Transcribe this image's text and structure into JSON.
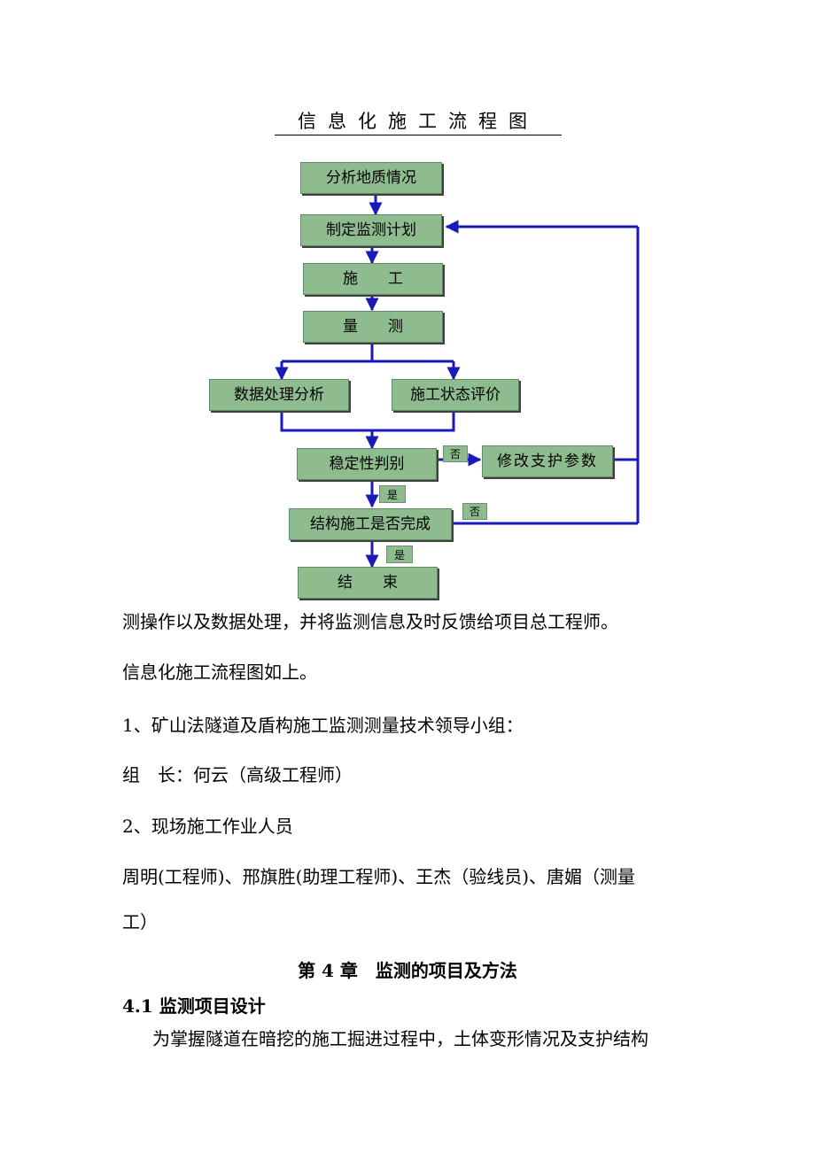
{
  "flowchart": {
    "title": "信息化施工流程图",
    "nodes": {
      "analyze_geology": "分析地质情况",
      "make_plan": "制定监测计划",
      "construction": "施　　工",
      "measurement": "量　　测",
      "data_processing": "数据处理分析",
      "status_evaluation": "施工状态评价",
      "stability_judgment": "稳定性判别",
      "modify_support": "修改支护参数",
      "structure_complete": "结构施工是否完成",
      "end": "结　　束"
    },
    "labels": {
      "no_1": "否",
      "no_2": "否",
      "yes_1": "是",
      "yes_2": "是"
    }
  },
  "body_text": {
    "line1": "测操作以及数据处理，并将监测信息及时反馈给项目总工程师。",
    "line2": "信息化施工流程图如上。",
    "line3": "1、矿山法隧道及盾构施工监测测量技术领导小组：",
    "line4": "组　长：何云（高级工程师）",
    "line5": "2、现场施工作业人员",
    "line6": "周明(工程师)、邢旗胜(助理工程师)、王杰（验线员)、唐媚（测量",
    "line7": "工）",
    "chapter_heading": "第 4 章　监测的项目及方法",
    "section_heading": "4.1 监测项目设计",
    "line8": "为掌握隧道在暗挖的施工掘进过程中，土体变形情况及支护结构"
  }
}
